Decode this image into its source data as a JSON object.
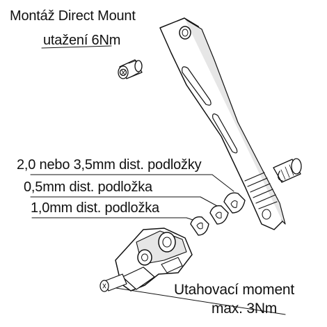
{
  "labels": {
    "direct_mount_line1": "Montáž Direct Mount",
    "direct_mount_line2": "utažení 6Nm",
    "spacer_a": "2,0 nebo 3,5mm dist. podložky",
    "spacer_b": "0,5mm dist. podložka",
    "spacer_c": "1,0mm dist. podložka",
    "torque_line1": "Utahovací moment",
    "torque_line2": "max. 3Nm"
  },
  "colors": {
    "ink": "#111111",
    "part_fill": "#ffffff",
    "shade": "#e6e6e6"
  }
}
